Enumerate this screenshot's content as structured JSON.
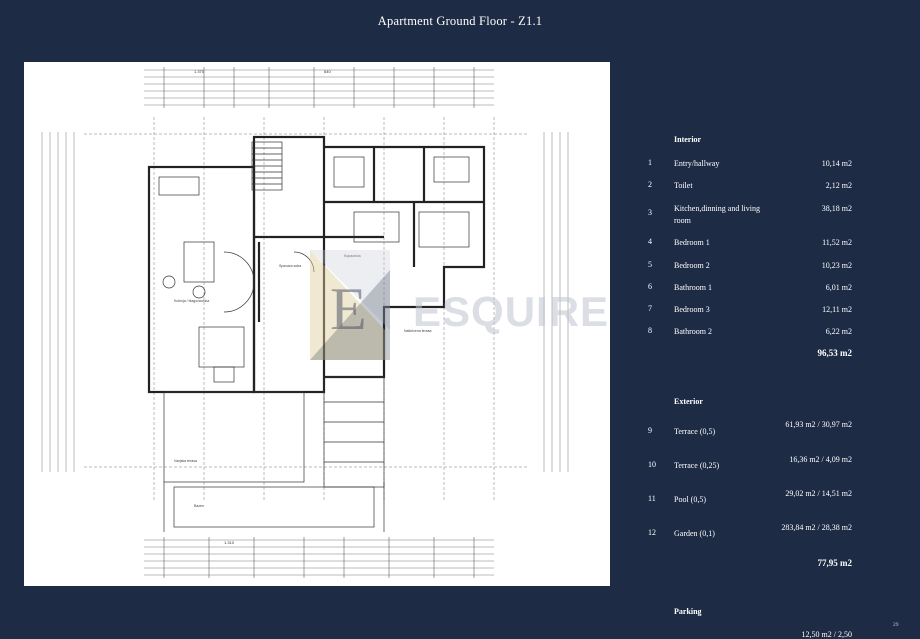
{
  "title": "Apartment Ground Floor - Z1.1",
  "watermark_text": "ESQUIRE",
  "watermark_letter": "E",
  "interior": {
    "heading": "Interior",
    "rows": [
      {
        "num": "1",
        "name": "Entry/hallway",
        "area": "10,14 m2"
      },
      {
        "num": "2",
        "name": "Toilet",
        "area": "2,12 m2"
      },
      {
        "num": "3",
        "name": "Kitchen,dinning and living room",
        "area": "38,18 m2"
      },
      {
        "num": "4",
        "name": "Bedroom 1",
        "area": "11,52 m2"
      },
      {
        "num": "5",
        "name": "Bedroom 2",
        "area": "10,23 m2"
      },
      {
        "num": "6",
        "name": "Bathroom 1",
        "area": "6,01 m2"
      },
      {
        "num": "7",
        "name": "Bedroom 3",
        "area": "12,11 m2"
      },
      {
        "num": "8",
        "name": "Bathroom 2",
        "area": "6,22 m2"
      }
    ],
    "total": "96,53 m2"
  },
  "exterior": {
    "heading": "Exterior",
    "rows": [
      {
        "num": "9",
        "name": "Terrace (0,5)",
        "area": "61,93 m2 / 30,97 m2"
      },
      {
        "num": "10",
        "name": "Terrace (0,25)",
        "area": "16,36 m2 / 4,09 m2"
      },
      {
        "num": "11",
        "name": "Pool (0,5)",
        "area": "29,02 m2 / 14,51 m2"
      },
      {
        "num": "12",
        "name": "Garden (0,1)",
        "area": "283,84 m2 / 28,38 m2"
      }
    ],
    "total": "77,95 m2"
  },
  "parking": {
    "heading": "Parking",
    "partial_area": "12,50 m2 / 2,50"
  },
  "page_number": "29",
  "colors": {
    "background": "#1e2b45",
    "plan_paper": "#ffffff",
    "text": "#ffffff"
  }
}
